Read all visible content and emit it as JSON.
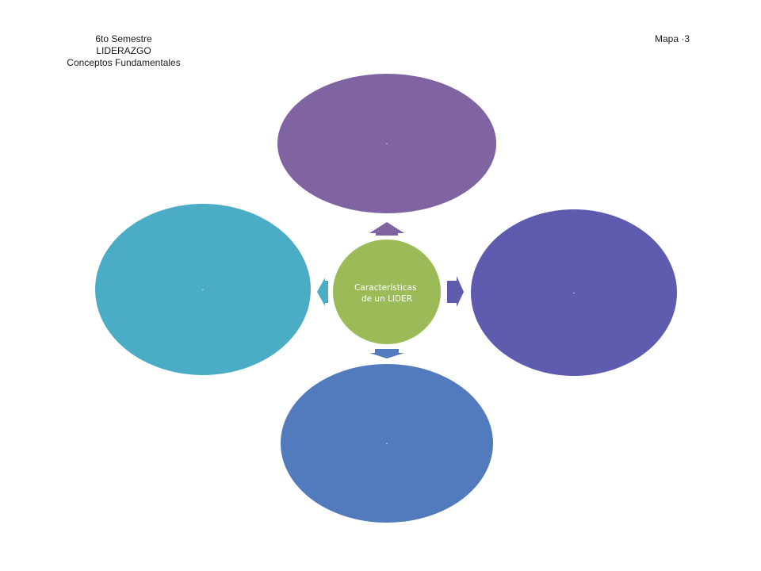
{
  "header": {
    "line1": "6to Semestre",
    "line2": "LIDERAZGO",
    "line3": "Conceptos Fundamentales",
    "map_label": "Mapa ·3"
  },
  "diagram": {
    "center": {
      "line1": "Características",
      "line2": "de un LIDER",
      "color": "#9BBB59"
    },
    "nodes": {
      "top": {
        "label": "·",
        "color": "#8064A2"
      },
      "right": {
        "label": "·",
        "color": "#5F5BAE"
      },
      "bottom": {
        "label": "·",
        "color": "#527BBD"
      },
      "left": {
        "label": "·",
        "color": "#4BACC6"
      }
    },
    "arrow_colors": {
      "top": "#8064A2",
      "right": "#5F5BAE",
      "bottom": "#527BBD",
      "left": "#4BACC6"
    }
  }
}
